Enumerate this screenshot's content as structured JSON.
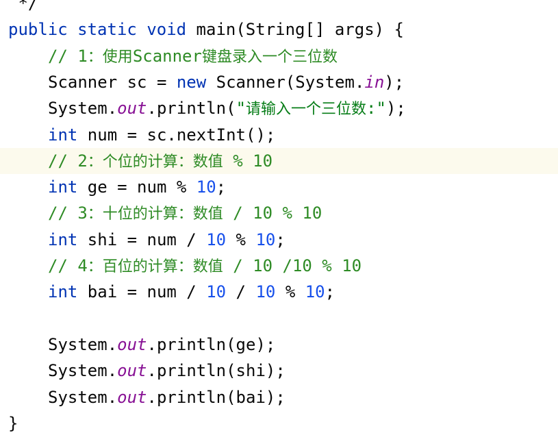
{
  "editor": {
    "lines": [
      {
        "tokens": [
          {
            "t": "plain",
            "v": " */"
          }
        ]
      },
      {
        "tokens": [
          {
            "t": "kw",
            "v": "public"
          },
          {
            "t": "plain",
            "v": " "
          },
          {
            "t": "kw",
            "v": "static"
          },
          {
            "t": "plain",
            "v": " "
          },
          {
            "t": "kw",
            "v": "void"
          },
          {
            "t": "plain",
            "v": " main(String[] args) {"
          }
        ]
      },
      {
        "indent": 1,
        "tokens": [
          {
            "t": "cm",
            "v": "// 1：使用Scanner键盘录入一个三位数"
          }
        ]
      },
      {
        "indent": 1,
        "tokens": [
          {
            "t": "plain",
            "v": "Scanner sc = "
          },
          {
            "t": "kw",
            "v": "new"
          },
          {
            "t": "plain",
            "v": " Scanner(System."
          },
          {
            "t": "fld",
            "v": "in"
          },
          {
            "t": "plain",
            "v": ");"
          }
        ]
      },
      {
        "indent": 1,
        "tokens": [
          {
            "t": "plain",
            "v": "System."
          },
          {
            "t": "fld",
            "v": "out"
          },
          {
            "t": "plain",
            "v": ".println("
          },
          {
            "t": "str",
            "v": "\"请输入一个三位数:\""
          },
          {
            "t": "plain",
            "v": ");"
          }
        ]
      },
      {
        "indent": 1,
        "tokens": [
          {
            "t": "kw",
            "v": "int"
          },
          {
            "t": "plain",
            "v": " num = sc.nextInt();"
          }
        ]
      },
      {
        "indent": 1,
        "current": true,
        "tokens": [
          {
            "t": "cm",
            "v": "// 2：个位的计算：数值 % 10"
          }
        ]
      },
      {
        "indent": 1,
        "tokens": [
          {
            "t": "kw",
            "v": "int"
          },
          {
            "t": "plain",
            "v": " ge = num % "
          },
          {
            "t": "num",
            "v": "10"
          },
          {
            "t": "plain",
            "v": ";"
          }
        ]
      },
      {
        "indent": 1,
        "tokens": [
          {
            "t": "cm",
            "v": "// 3：十位的计算：数值 / 10 % 10"
          }
        ]
      },
      {
        "indent": 1,
        "tokens": [
          {
            "t": "kw",
            "v": "int"
          },
          {
            "t": "plain",
            "v": " shi = num / "
          },
          {
            "t": "num",
            "v": "10"
          },
          {
            "t": "plain",
            "v": " % "
          },
          {
            "t": "num",
            "v": "10"
          },
          {
            "t": "plain",
            "v": ";"
          }
        ]
      },
      {
        "indent": 1,
        "tokens": [
          {
            "t": "cm",
            "v": "// 4：百位的计算：数值 / 10 /10 % 10"
          }
        ]
      },
      {
        "indent": 1,
        "tokens": [
          {
            "t": "kw",
            "v": "int"
          },
          {
            "t": "plain",
            "v": " bai = num / "
          },
          {
            "t": "num",
            "v": "10"
          },
          {
            "t": "plain",
            "v": " / "
          },
          {
            "t": "num",
            "v": "10"
          },
          {
            "t": "plain",
            "v": " % "
          },
          {
            "t": "num",
            "v": "10"
          },
          {
            "t": "plain",
            "v": ";"
          }
        ]
      },
      {
        "tokens": []
      },
      {
        "indent": 1,
        "tokens": [
          {
            "t": "plain",
            "v": "System."
          },
          {
            "t": "fld",
            "v": "out"
          },
          {
            "t": "plain",
            "v": ".println(ge);"
          }
        ]
      },
      {
        "indent": 1,
        "tokens": [
          {
            "t": "plain",
            "v": "System."
          },
          {
            "t": "fld",
            "v": "out"
          },
          {
            "t": "plain",
            "v": ".println(shi);"
          }
        ]
      },
      {
        "indent": 1,
        "tokens": [
          {
            "t": "plain",
            "v": "System."
          },
          {
            "t": "fld",
            "v": "out"
          },
          {
            "t": "plain",
            "v": ".println(bai);"
          }
        ]
      },
      {
        "tokens": [
          {
            "t": "plain",
            "v": "}"
          }
        ]
      }
    ]
  },
  "colors": {
    "keyword": "#0033b3",
    "comment": "#2e8b25",
    "number": "#1750eb",
    "string": "#067d17",
    "static_field": "#871094",
    "current_line": "#fcfaed"
  }
}
